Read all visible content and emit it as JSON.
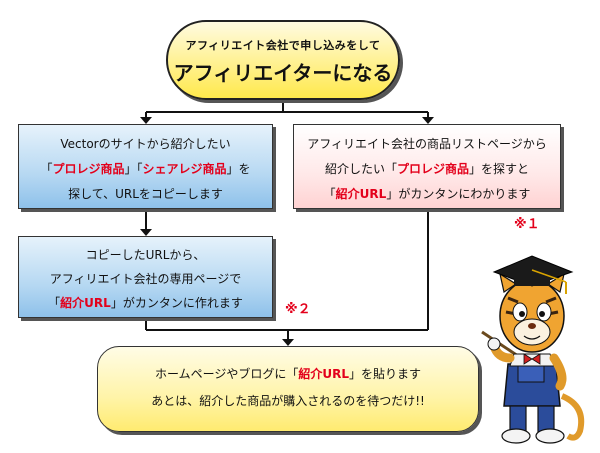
{
  "top": {
    "small": "アフィリエイト会社で申し込みをして",
    "big": "アフィリエイターになる"
  },
  "box1": {
    "line1": "Vectorのサイトから紹介したい",
    "line2": [
      {
        "text": "「",
        "red": false
      },
      {
        "text": "プロレジ商品",
        "red": true
      },
      {
        "text": "」「",
        "red": false
      },
      {
        "text": "シェアレジ商品",
        "red": true
      },
      {
        "text": "」を",
        "red": false
      }
    ],
    "line3": "探して、URLをコピーします"
  },
  "box2": {
    "line1": "アフィリエイト会社の商品リストページから",
    "line2": [
      {
        "text": "紹介したい「",
        "red": false
      },
      {
        "text": "プロレジ商品",
        "red": true
      },
      {
        "text": "」を探すと",
        "red": false
      }
    ],
    "line3": [
      {
        "text": "「",
        "red": false
      },
      {
        "text": "紹介URL",
        "red": true
      },
      {
        "text": "」がカンタンにわかります",
        "red": false
      }
    ],
    "note": "※１"
  },
  "box3": {
    "line1": "コピーしたURLから、",
    "line2": "アフィリエイト会社の専用ページで",
    "line3": [
      {
        "text": "「",
        "red": false
      },
      {
        "text": "紹介URL",
        "red": true
      },
      {
        "text": "」がカンタンに作れます",
        "red": false
      }
    ],
    "note": "※２"
  },
  "box4": {
    "line1": [
      {
        "text": "ホームページやブログに「",
        "red": false
      },
      {
        "text": "紹介URL",
        "red": true
      },
      {
        "text": "」を貼ります",
        "red": false
      }
    ],
    "line2": "あとは、紹介した商品が購入されるのを待つだけ!!"
  },
  "colors": {
    "accent_red": "#e3001b",
    "blue_box": "#b6d8f2",
    "pink_box": "#ffe8e8",
    "yellow_box": "#fff089"
  },
  "icons": {
    "mascot": "tiger-mascot-graduation-icon"
  }
}
